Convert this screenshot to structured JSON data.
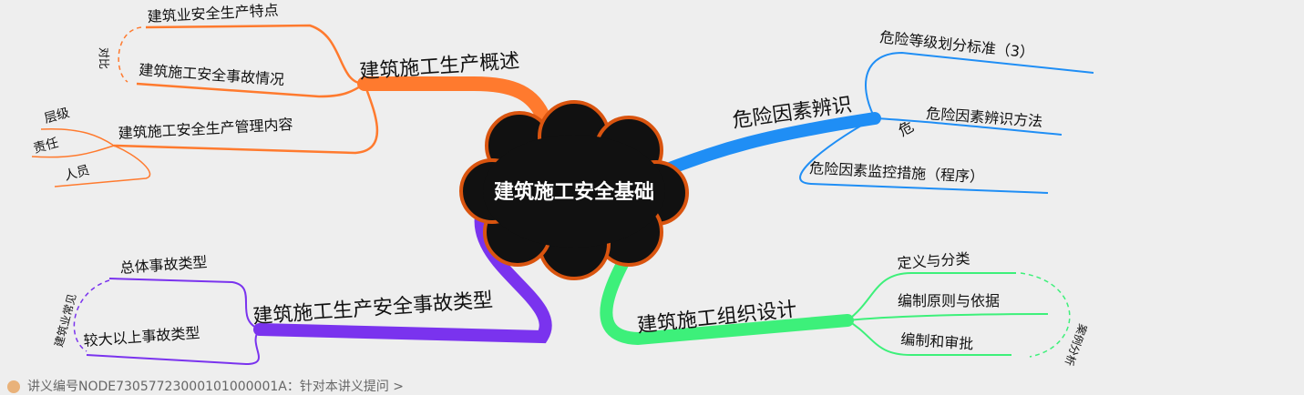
{
  "center": "建筑施工安全基础",
  "branches": {
    "overview": {
      "title": "建筑施工生产概述",
      "items": [
        "建筑业安全生产特点",
        "建筑施工安全事故情况",
        "建筑施工安全生产管理内容"
      ],
      "side_note": "对比",
      "sub_items": [
        "层级",
        "责任",
        "人员"
      ]
    },
    "hazard": {
      "title": "危险因素辨识",
      "items": [
        "危险等级划分标准（3）",
        "危险因素辨识方法",
        "危险因素监控措施（程序）"
      ],
      "item2_prefix": "危"
    },
    "accident": {
      "title": "建筑施工生产安全事故类型",
      "items": [
        "总体事故类型",
        "较大以上事故类型"
      ],
      "side_note": "建筑业常见"
    },
    "design": {
      "title": "建筑施工组织设计",
      "items": [
        "定义与分类",
        "编制原则与依据",
        "编制和审批"
      ],
      "side_note": "案例分析"
    }
  },
  "footer": "讲义编号NODE73057723000101000001A：针对本讲义提问 >"
}
